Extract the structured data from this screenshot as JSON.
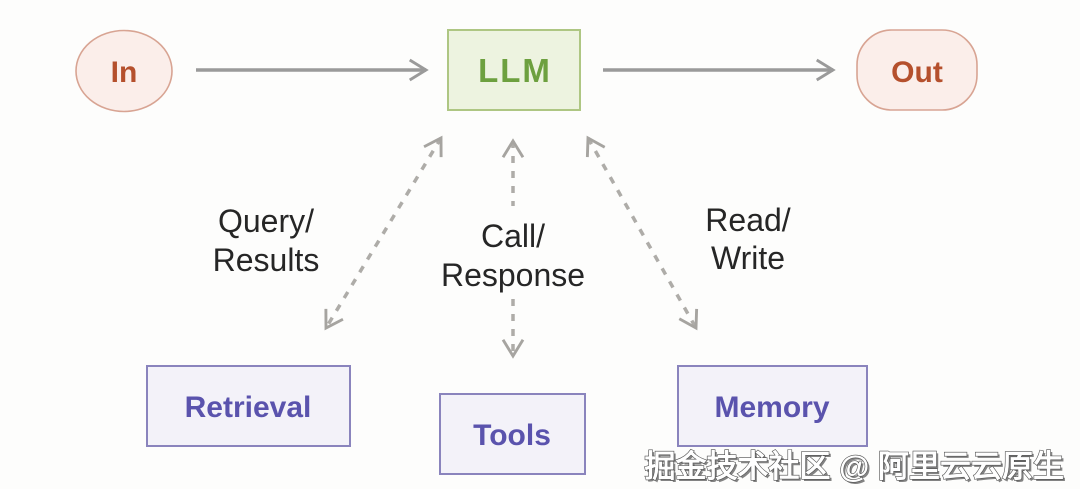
{
  "nodes": {
    "in": {
      "label": "In"
    },
    "llm": {
      "label": "LLM"
    },
    "out": {
      "label": "Out"
    },
    "retrieval": {
      "label": "Retrieval"
    },
    "tools": {
      "label": "Tools"
    },
    "memory": {
      "label": "Memory"
    }
  },
  "edge_labels": {
    "retrieval": {
      "line1": "Query/",
      "line2": "Results"
    },
    "tools": {
      "line1": "Call/",
      "line2": "Response"
    },
    "memory": {
      "line1": "Read/",
      "line2": "Write"
    }
  },
  "watermark": {
    "text": "掘金技术社区 @ 阿里云云原生"
  },
  "colors": {
    "pink_fill": "#fbeeea",
    "pink_border": "#d8a493",
    "red_text": "#b5502d",
    "green_fill": "#edf3e0",
    "green_border": "#aec683",
    "green_text": "#6da03f",
    "purple_fill": "#f3f2f9",
    "purple_border": "#8a84bd",
    "purple_text": "#5a53ad",
    "solid_arrow": "#9a9a9a",
    "dashed_arrow": "#aeaca8",
    "edge_label_text": "#262626",
    "watermark_text": "#ffffff"
  }
}
